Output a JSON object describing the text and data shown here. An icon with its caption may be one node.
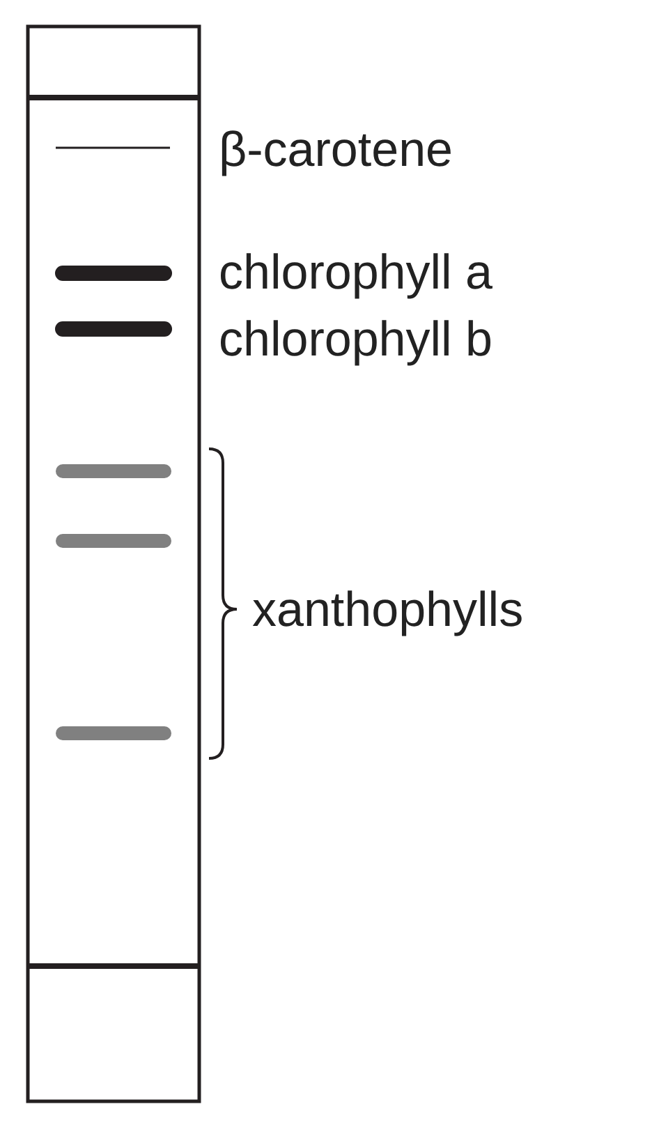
{
  "diagram": {
    "labels": [
      "β-carotene",
      "chlorophyll a",
      "chlorophyll b",
      "xanthophylls"
    ]
  }
}
